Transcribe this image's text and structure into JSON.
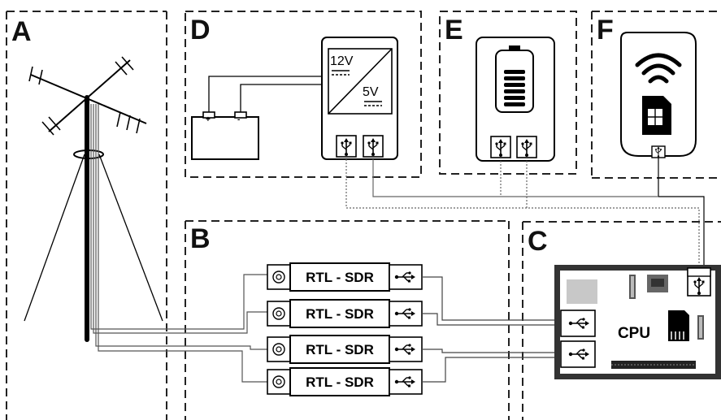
{
  "panels": {
    "antenna": "A",
    "receivers": "B",
    "computer": "C",
    "power": "D",
    "battery": "E",
    "modem": "F"
  },
  "power_supply": {
    "out_12v": "12V",
    "out_5v": "5V"
  },
  "receivers": [
    "RTL - SDR",
    "RTL - SDR",
    "RTL - SDR",
    "RTL - SDR"
  ],
  "computer": {
    "cpu_label": "CPU"
  },
  "icons": {
    "usb": "usb-icon",
    "wifi": "wifi-icon",
    "sim": "sim-card-icon",
    "battery": "battery-icon",
    "coax": "coax-connector-icon",
    "antenna": "antenna-icon"
  }
}
